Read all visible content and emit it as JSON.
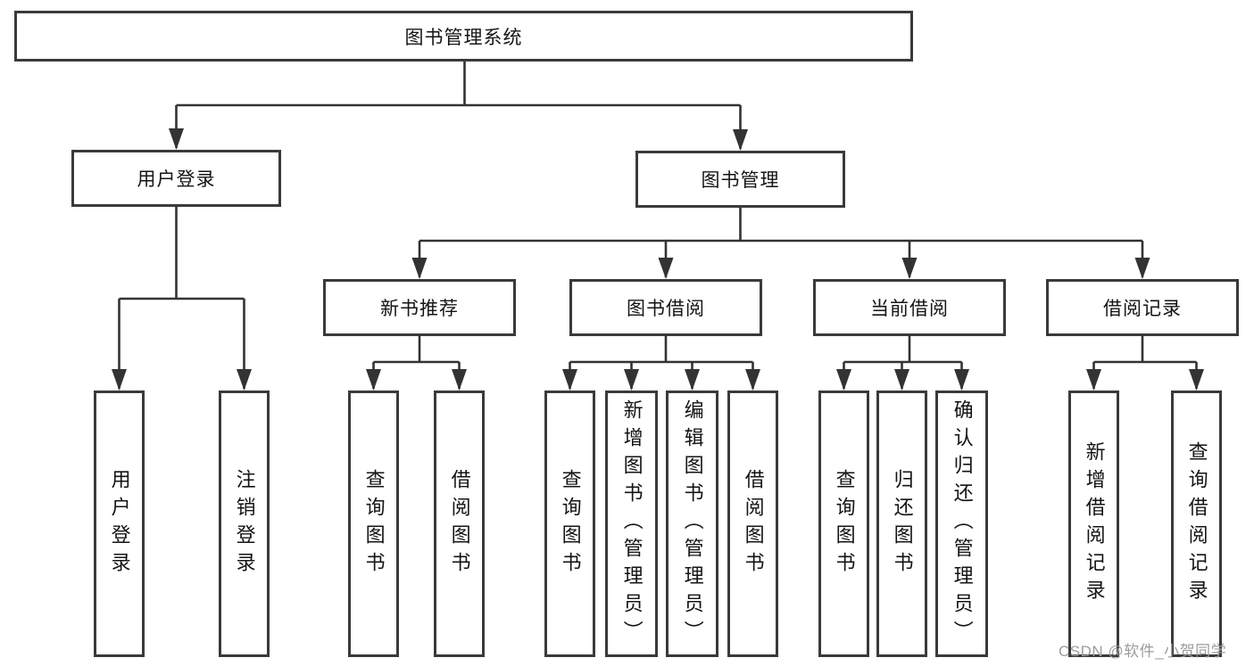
{
  "diagram_type": "hierarchy-tree",
  "tree": {
    "label": "图书管理系统",
    "children": [
      {
        "label": "用户登录",
        "children": [
          {
            "label": "用户登录"
          },
          {
            "label": "注销登录"
          }
        ]
      },
      {
        "label": "图书管理",
        "children": [
          {
            "label": "新书推荐",
            "children": [
              {
                "label": "查询图书"
              },
              {
                "label": "借阅图书"
              }
            ]
          },
          {
            "label": "图书借阅",
            "children": [
              {
                "label": "查询图书"
              },
              {
                "label": "新增图书（管理员）"
              },
              {
                "label": "编辑图书（管理员）"
              },
              {
                "label": "借阅图书"
              }
            ]
          },
          {
            "label": "当前借阅",
            "children": [
              {
                "label": "查询图书"
              },
              {
                "label": "归还图书"
              },
              {
                "label": "确认归还（管理员）"
              }
            ]
          },
          {
            "label": "借阅记录",
            "children": [
              {
                "label": "新增借阅记录"
              },
              {
                "label": "查询借阅记录"
              }
            ]
          }
        ]
      }
    ]
  },
  "watermark": {
    "text": "CSDN @软件_小贺同学"
  },
  "colors": {
    "line": "#333333",
    "box_border": "#3a3a3a",
    "text": "#141414",
    "watermark": "#9c9c9c",
    "background": "#ffffff"
  }
}
